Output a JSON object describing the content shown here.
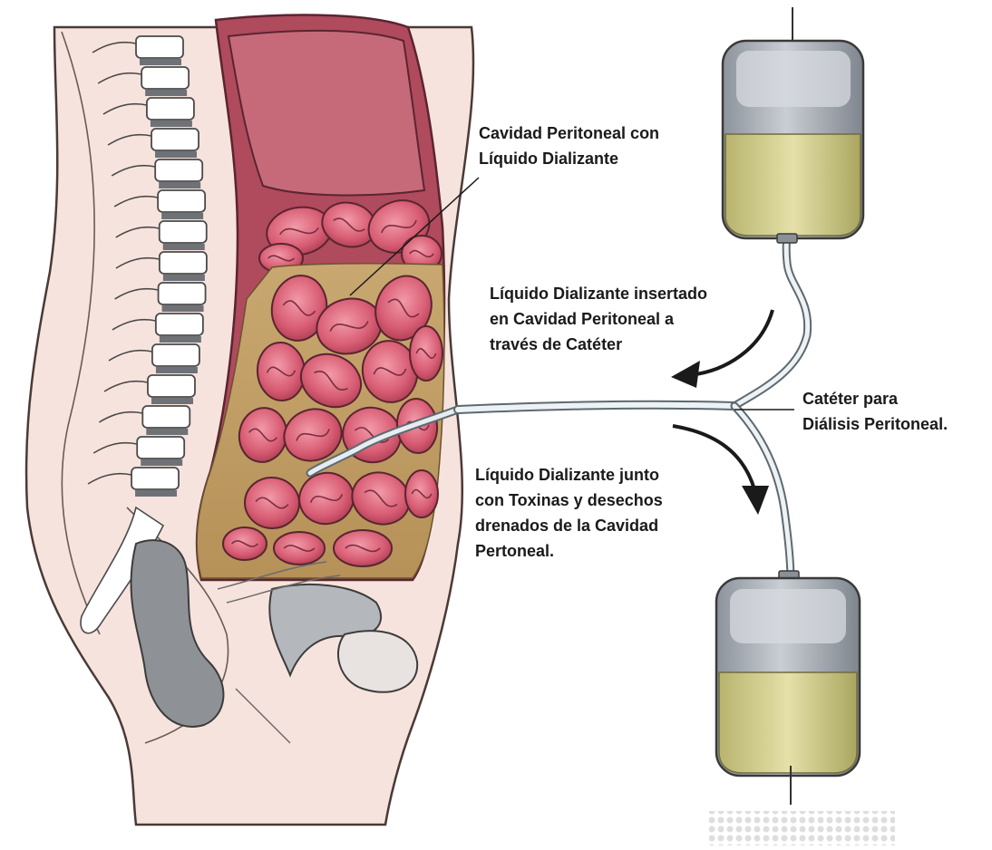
{
  "labels": {
    "cavity": [
      "Cavidad Peritoneal con",
      "Líquido Dializante"
    ],
    "inflow": [
      "Líquido Dializante insertado",
      "en Cavidad Peritoneal a",
      "través de Catéter"
    ],
    "catheter": [
      "Catéter para",
      "Diálisis Peritoneal."
    ],
    "outflow": [
      "Líquido Dializante junto",
      "con Toxinas y desechos",
      "drenados de la Cavidad",
      "Pertoneal."
    ]
  }
}
